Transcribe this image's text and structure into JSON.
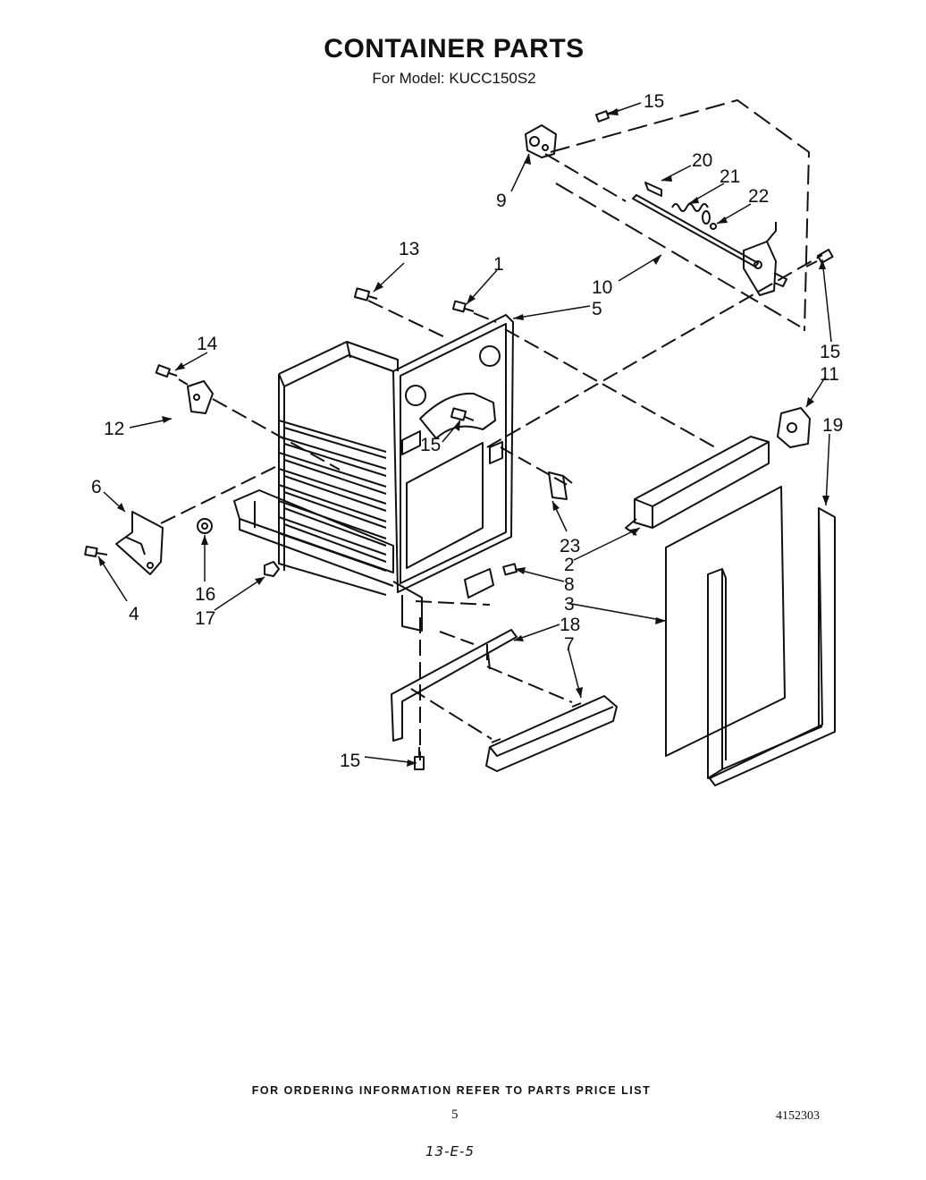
{
  "header": {
    "title": "CONTAINER PARTS",
    "subtitle": "For Model: KUCC150S2"
  },
  "callouts": {
    "c1": "1",
    "c2": "2",
    "c3": "3",
    "c4": "4",
    "c5": "5",
    "c6": "6",
    "c7": "7",
    "c8": "8",
    "c9": "9",
    "c10": "10",
    "c11": "11",
    "c12": "12",
    "c13": "13",
    "c14": "14",
    "c15a": "15",
    "c15b": "15",
    "c15c": "15",
    "c15d": "15",
    "c16": "16",
    "c17": "17",
    "c18": "18",
    "c19": "19",
    "c20": "20",
    "c21": "21",
    "c22": "22",
    "c23": "23"
  },
  "footer": {
    "ordering_note": "FOR ORDERING INFORMATION REFER TO PARTS PRICE LIST",
    "page_number": "5",
    "doc_number": "4152303",
    "handwritten_code": "13-E-5"
  }
}
